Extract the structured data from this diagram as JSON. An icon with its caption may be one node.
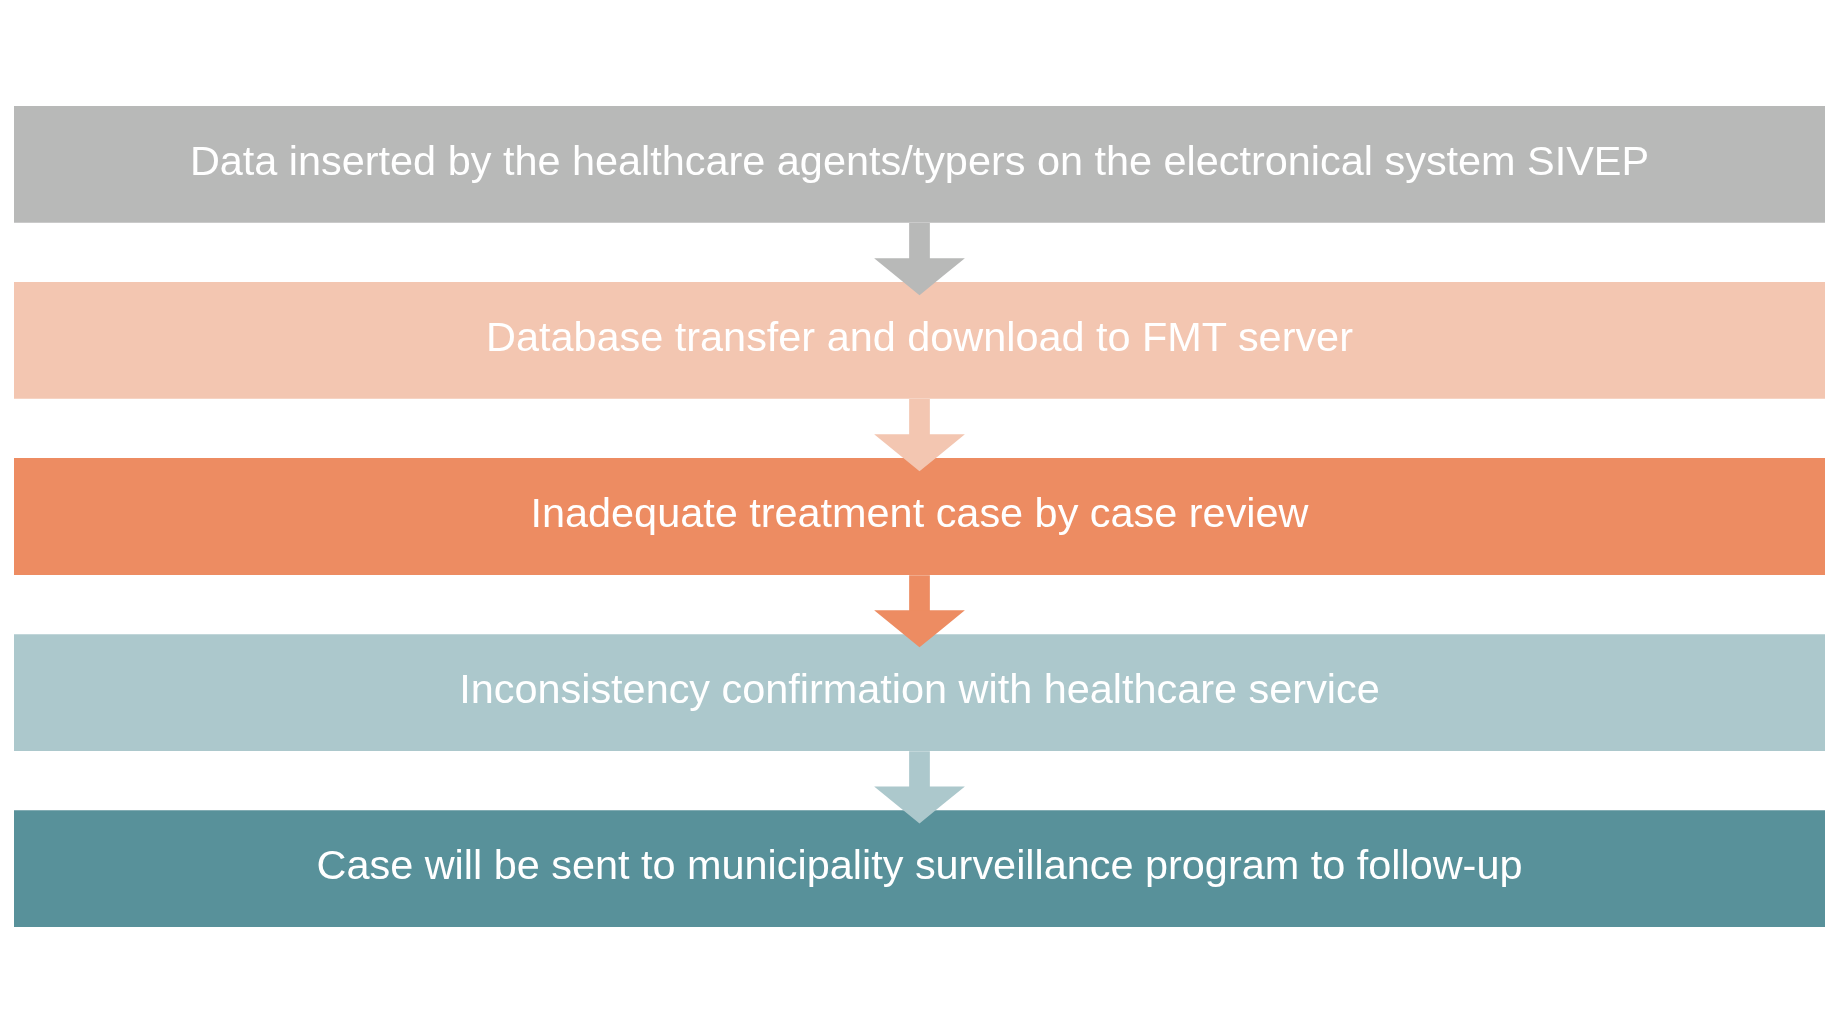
{
  "diagram": {
    "nodes": [
      {
        "text": [
          "Data inserted by the healthcare agents/typers on the electronical system SIVEP"
        ]
      },
      {
        "text": [
          "Database transfer and download to FMT server"
        ]
      },
      {
        "text": [
          "Inadequate treatment case by case review"
        ]
      },
      {
        "text": [
          "Inconsistency confirmation with healthcare service"
        ]
      },
      {
        "text": [
          "Case will be sent to municipality surveillance program to follow-up"
        ]
      }
    ],
    "edges": [
      {
        "from": 0,
        "to": 1,
        "arrow": "to",
        "color": "#b8b9b8"
      },
      {
        "from": 1,
        "to": 2,
        "arrow": "to",
        "color": "#f3c6b1"
      },
      {
        "from": 2,
        "to": 3,
        "arrow": "to",
        "color": "#ed8c62"
      },
      {
        "from": 3,
        "to": 4,
        "arrow": "to",
        "color": "#acc8cc"
      }
    ]
  }
}
